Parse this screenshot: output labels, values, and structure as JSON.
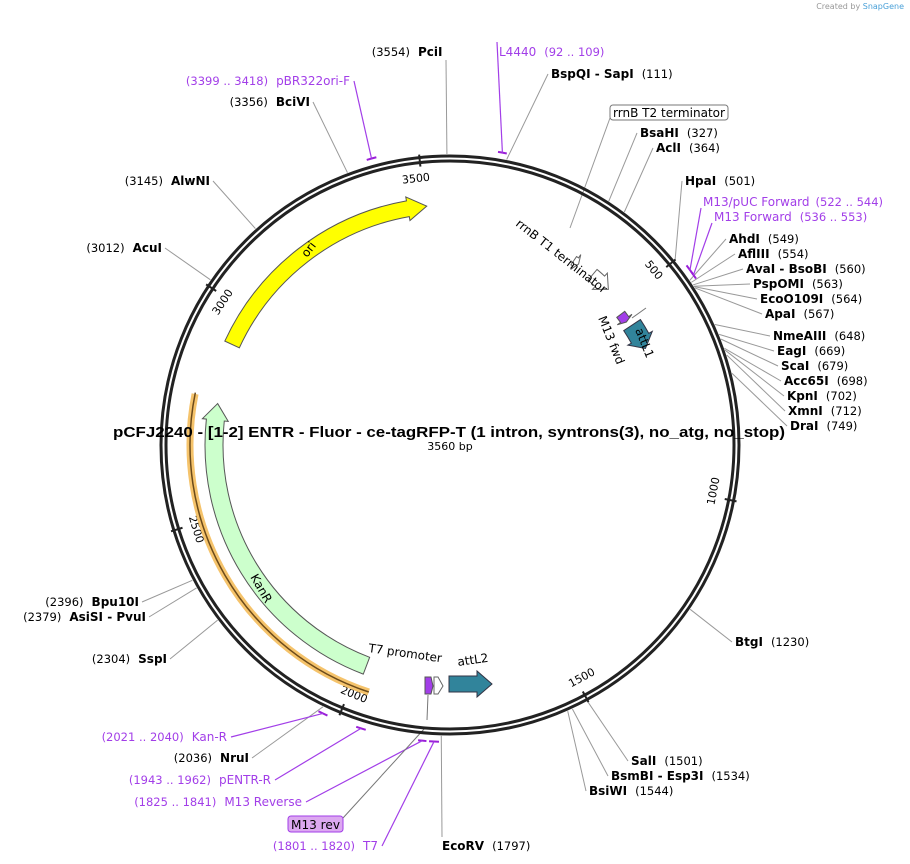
{
  "credit": {
    "prefix": "Created by",
    "brand": "SnapGene"
  },
  "plasmid": {
    "title": "pCFJ2240 - [1-2] ENTR - Fluor - ce-tagRFP-T (1 intron, syntrons(3), no_atg, no_stop)",
    "length_label": "3560 bp",
    "length_bp": 3560
  },
  "ticks": [
    {
      "bp": 500,
      "label": "500"
    },
    {
      "bp": 1000,
      "label": "1000"
    },
    {
      "bp": 1500,
      "label": "1500"
    },
    {
      "bp": 2000,
      "label": "2000"
    },
    {
      "bp": 2500,
      "label": "2500"
    },
    {
      "bp": 3000,
      "label": "3000"
    },
    {
      "bp": 3500,
      "label": "3500"
    }
  ],
  "enzymes": [
    {
      "name": "PciI",
      "pos": "(3554)",
      "bp": 3554
    },
    {
      "name": "BspQI  - SapI",
      "pos": "(111)",
      "bp": 111
    },
    {
      "name": "BsaHI",
      "pos": "(327)",
      "bp": 327
    },
    {
      "name": "AclI",
      "pos": "(364)",
      "bp": 364
    },
    {
      "name": "HpaI",
      "pos": "(501)",
      "bp": 501
    },
    {
      "name": "AhdI",
      "pos": "(549)",
      "bp": 549
    },
    {
      "name": "AflIII",
      "pos": "(554)",
      "bp": 554
    },
    {
      "name": "AvaI  - BsoBI",
      "pos": "(560)",
      "bp": 560
    },
    {
      "name": "PspOMI",
      "pos": "(563)",
      "bp": 563
    },
    {
      "name": "EcoO109I",
      "pos": "(564)",
      "bp": 564
    },
    {
      "name": "ApaI",
      "pos": "(567)",
      "bp": 567
    },
    {
      "name": "NmeAIII",
      "pos": "(648)",
      "bp": 648
    },
    {
      "name": "EagI",
      "pos": "(669)",
      "bp": 669
    },
    {
      "name": "ScaI",
      "pos": "(679)",
      "bp": 679
    },
    {
      "name": "Acc65I",
      "pos": "(698)",
      "bp": 698
    },
    {
      "name": "KpnI",
      "pos": "(702)",
      "bp": 702
    },
    {
      "name": "XmnI",
      "pos": "(712)",
      "bp": 712
    },
    {
      "name": "DraI",
      "pos": "(749)",
      "bp": 749
    },
    {
      "name": "BtgI",
      "pos": "(1230)",
      "bp": 1230
    },
    {
      "name": "SalI",
      "pos": "(1501)",
      "bp": 1501
    },
    {
      "name": "BsmBI  - Esp3I",
      "pos": "(1534)",
      "bp": 1534
    },
    {
      "name": "BsiWI",
      "pos": "(1544)",
      "bp": 1544
    },
    {
      "name": "EcoRV",
      "pos": "(1797)",
      "bp": 1797
    },
    {
      "name": "NruI",
      "pos": "(2036)",
      "bp": 2036
    },
    {
      "name": "SspI",
      "pos": "(2304)",
      "bp": 2304
    },
    {
      "name": "AsiSI  - PvuI",
      "pos": "(2379)",
      "bp": 2379
    },
    {
      "name": "Bpu10I",
      "pos": "(2396)",
      "bp": 2396
    },
    {
      "name": "AcuI",
      "pos": "(3012)",
      "bp": 3012
    },
    {
      "name": "AlwNI",
      "pos": "(3145)",
      "bp": 3145
    },
    {
      "name": "BciVI",
      "pos": "(3356)",
      "bp": 3356
    }
  ],
  "primers": [
    {
      "name": "L4440",
      "range": "(92 .. 109)",
      "start": 92,
      "end": 109
    },
    {
      "name": "M13/pUC Forward",
      "range": "(522 .. 544)",
      "start": 522,
      "end": 544
    },
    {
      "name": "M13 Forward",
      "range": "(536 .. 553)",
      "start": 536,
      "end": 553
    },
    {
      "name": "Kan-R",
      "range": "(2021 .. 2040)",
      "start": 2021,
      "end": 2040
    },
    {
      "name": "pENTR-R",
      "range": "(1943 .. 1962)",
      "start": 1943,
      "end": 1962
    },
    {
      "name": "M13 Reverse",
      "range": "(1825 .. 1841)",
      "start": 1825,
      "end": 1841
    },
    {
      "name": "T7",
      "range": "(1801 .. 1820)",
      "start": 1801,
      "end": 1820
    },
    {
      "name": "pBR322ori-F",
      "range": "(3399 .. 3418)",
      "start": 3399,
      "end": 3418
    }
  ],
  "boxed_labels": {
    "rrnb_t2": "rrnB T2 terminator",
    "m13_rev": "M13 rev"
  },
  "features": {
    "ori": "ori",
    "kanr": "KanR",
    "rrnb_t1": "rrnB T1 terminator",
    "m13_fwd": "M13 fwd",
    "attl1": "attL1",
    "t7_promoter": "T7 promoter",
    "attl2": "attL2"
  },
  "colors": {
    "ori": "#ffff00",
    "kanr": "#ccffcc",
    "orf": "#f5c36b",
    "att": "#31849b",
    "primer": "#a23ee8",
    "primer_bind": "#9a1fd8"
  }
}
